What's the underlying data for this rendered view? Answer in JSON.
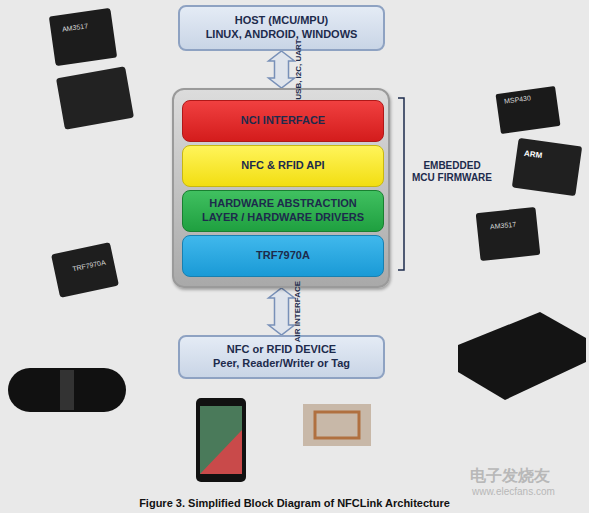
{
  "diagram": {
    "caption": "Figure 3. Simplified Block Diagram of NFCLink Architecture",
    "nodes": [
      {
        "text": [
          "HOST (MCU/MPU)",
          "LINUX, ANDROID, WINDOWS"
        ]
      },
      {
        "text": []
      },
      {
        "text": [
          "NCI INTERFACE"
        ],
        "in": 1
      },
      {
        "text": [
          "NFC & RFID API"
        ],
        "in": 1
      },
      {
        "text": [
          "HARDWARE ABSTRACTION LAYER / HARDWARE DRIVERS"
        ],
        "in": 1
      },
      {
        "text": [
          "TRF7970A"
        ],
        "in": 1
      },
      {
        "text": [
          "NFC or RFID DEVICE",
          "Peer, Reader/Writer or Tag"
        ]
      }
    ],
    "edges": [
      {
        "from": 0,
        "to": 1,
        "label": "USB, I2C, UART",
        "arrow": "both"
      },
      {
        "from": 1,
        "to": 6,
        "label": "AIR INTERFACE",
        "arrow": "both"
      }
    ],
    "labels": [
      "EMBEDDED MCU FIRMWARE",
      "AM3517",
      "TRF7970A",
      "MSP430",
      "ARM",
      "AM3517",
      "电子发烧友",
      "www.elecfans.com"
    ]
  }
}
